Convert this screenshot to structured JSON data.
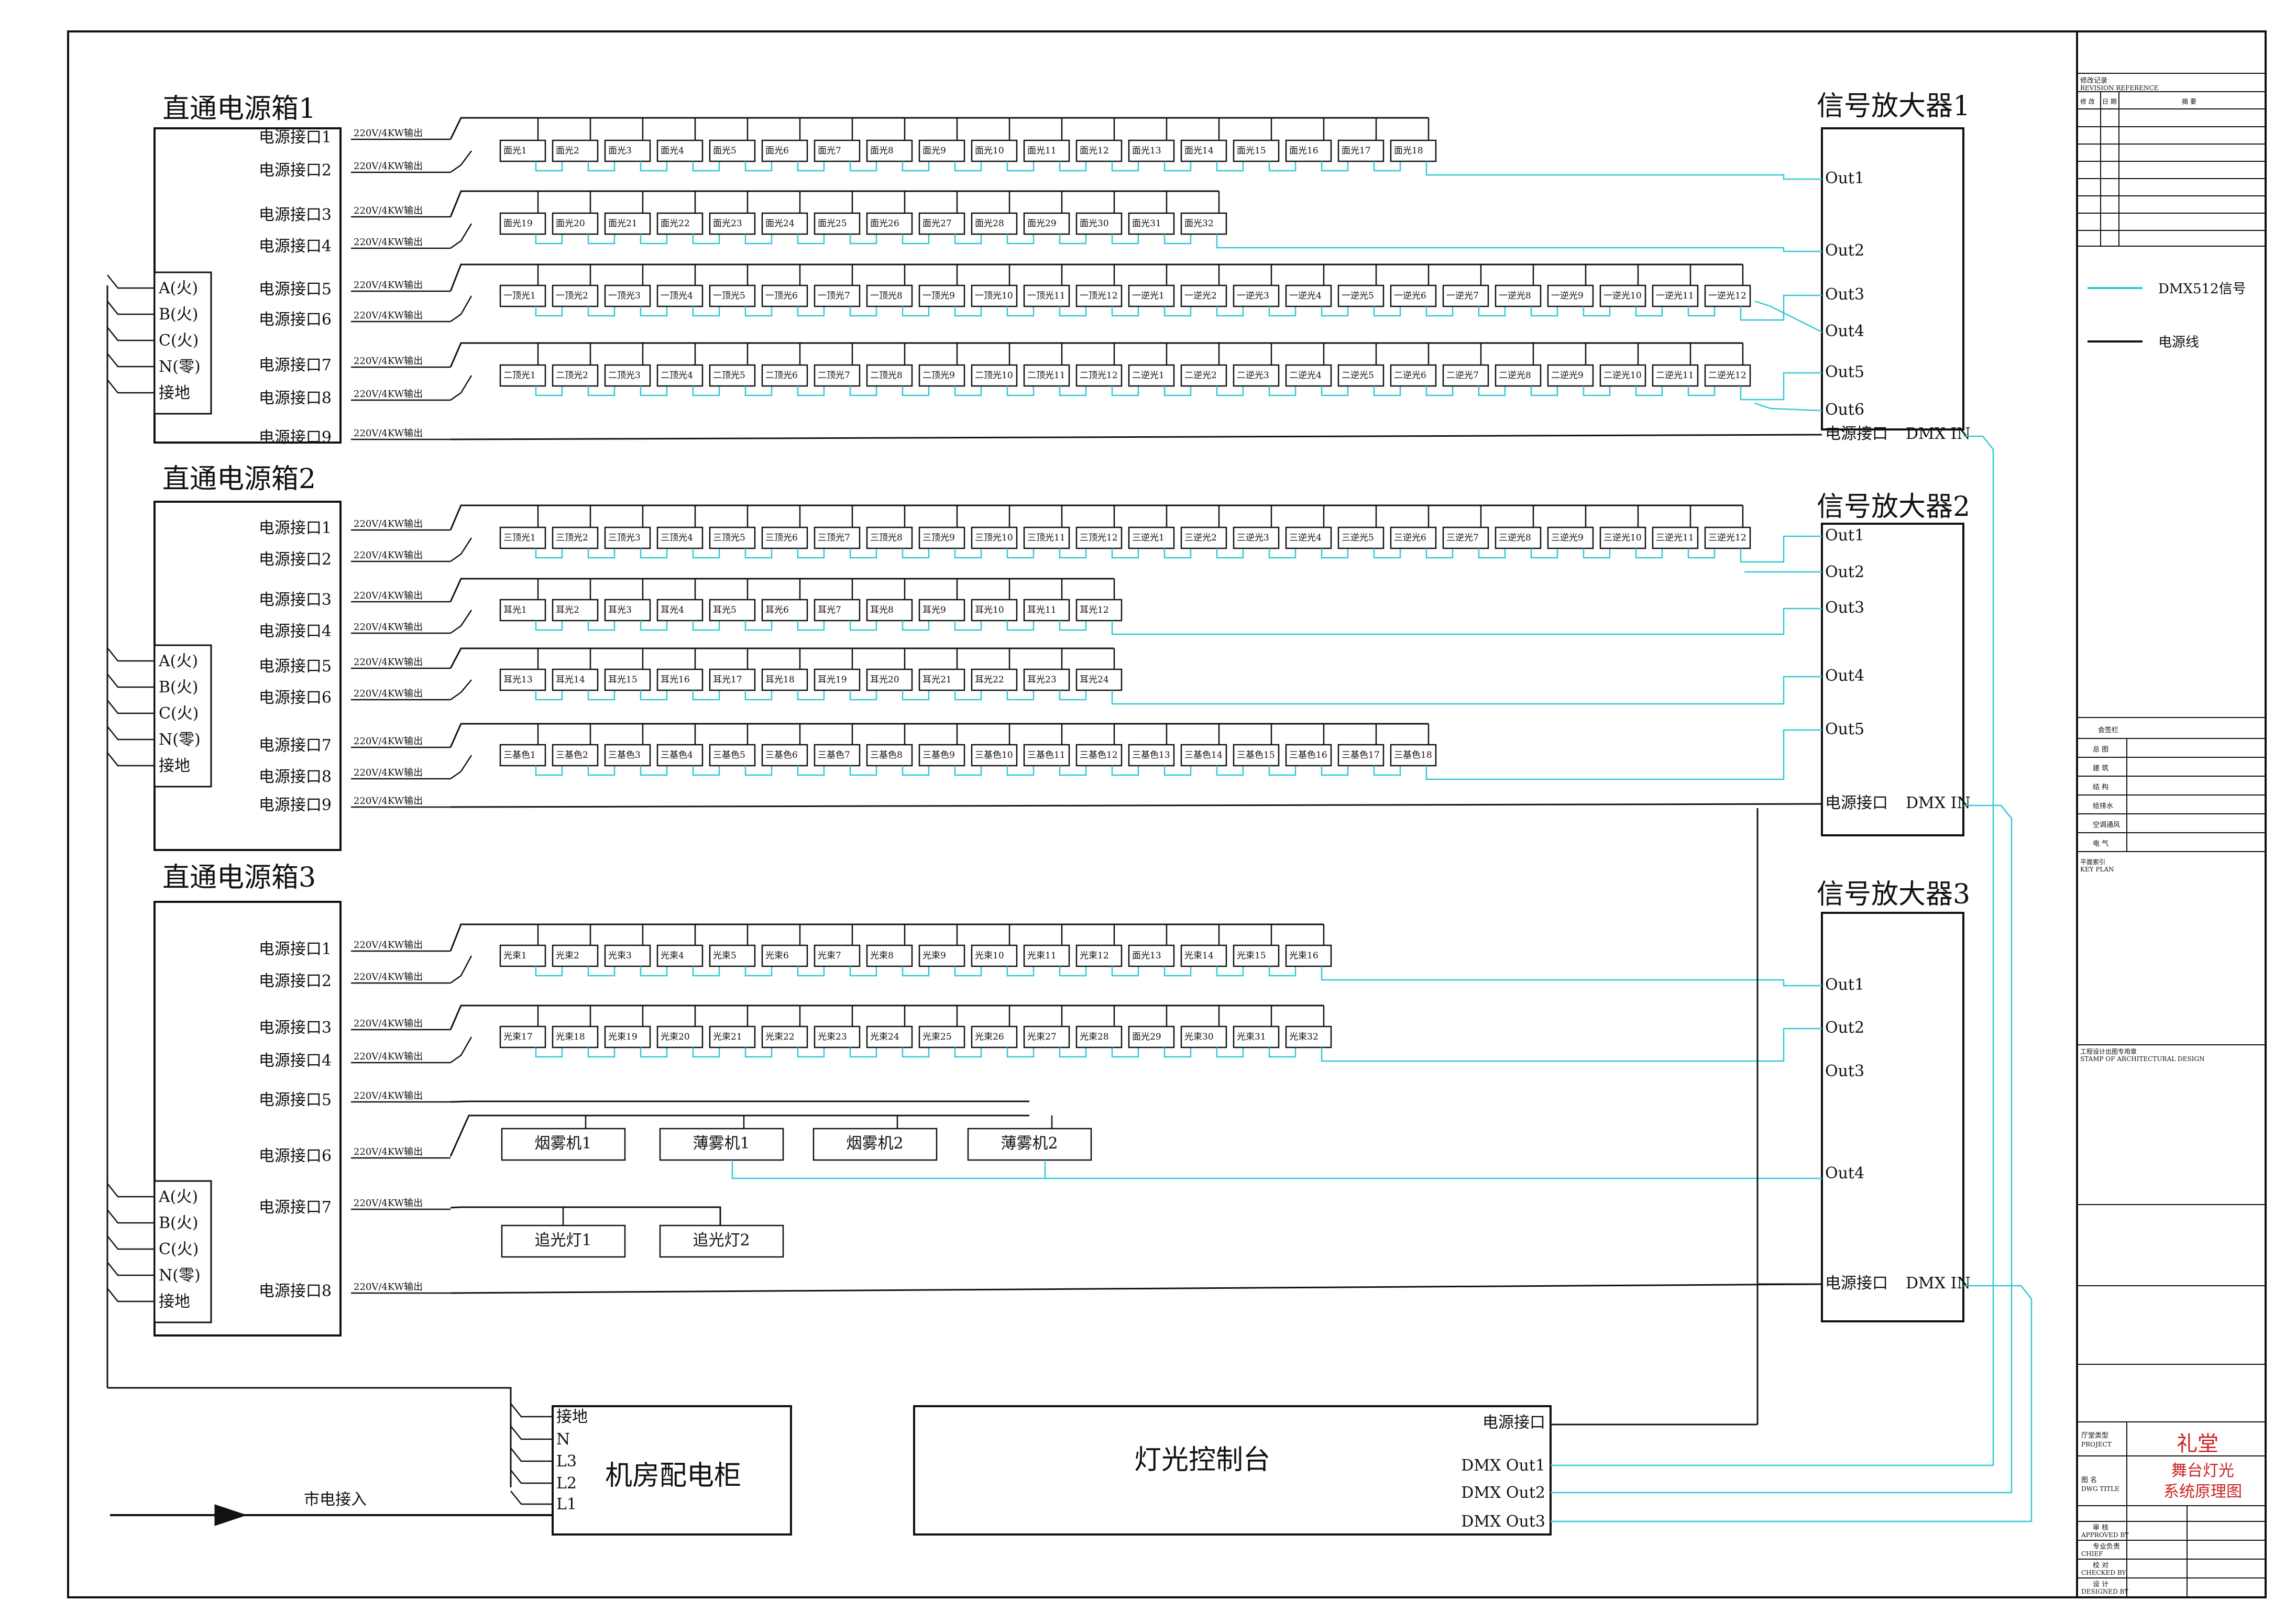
{
  "colors": {
    "dmx": "#2fc9d6",
    "power": "#111111"
  },
  "units": {
    "output_label": "220V/4KW输出",
    "out_ports": [
      "Out1",
      "Out2",
      "Out3",
      "Out4",
      "Out5",
      "Out6"
    ],
    "amp_power": "电源接口",
    "amp_dmx": "DMX IN",
    "phases": [
      "A(火)",
      "B(火)",
      "C(火)",
      "N(零)",
      "接地"
    ]
  },
  "boxes": [
    {
      "title": "直通电源箱1",
      "ports": [
        "电源接口1",
        "电源接口2",
        "电源接口3",
        "电源接口4",
        "电源接口5",
        "电源接口6",
        "电源接口7",
        "电源接口8",
        "电源接口9"
      ]
    },
    {
      "title": "直通电源箱2",
      "ports": [
        "电源接口1",
        "电源接口2",
        "电源接口3",
        "电源接口4",
        "电源接口5",
        "电源接口6",
        "电源接口7",
        "电源接口8",
        "电源接口9"
      ]
    },
    {
      "title": "直通电源箱3",
      "ports": [
        "电源接口1",
        "电源接口2",
        "电源接口3",
        "电源接口4",
        "电源接口5",
        "电源接口6",
        "电源接口7",
        "电源接口8"
      ]
    }
  ],
  "amps": [
    {
      "title": "信号放大器1"
    },
    {
      "title": "信号放大器2"
    },
    {
      "title": "信号放大器3"
    }
  ],
  "fixtures": {
    "face_a": [
      "面光1",
      "面光2",
      "面光3",
      "面光4",
      "面光5",
      "面光6",
      "面光7",
      "面光8",
      "面光9",
      "面光10",
      "面光11",
      "面光12",
      "面光13",
      "面光14",
      "面光15",
      "面光16",
      "面光17",
      "面光18"
    ],
    "face_b": [
      "面光19",
      "面光20",
      "面光21",
      "面光22",
      "面光23",
      "面光24",
      "面光25",
      "面光26",
      "面光27",
      "面光28",
      "面光29",
      "面光30",
      "面光31",
      "面光32"
    ],
    "row1": [
      "一顶光1",
      "一顶光2",
      "一顶光3",
      "一顶光4",
      "一顶光5",
      "一顶光6",
      "一顶光7",
      "一顶光8",
      "一顶光9",
      "一顶光10",
      "一顶光11",
      "一顶光12",
      "一逆光1",
      "一逆光2",
      "一逆光3",
      "一逆光4",
      "一逆光5",
      "一逆光6",
      "一逆光7",
      "一逆光8",
      "一逆光9",
      "一逆光10",
      "一逆光11",
      "一逆光12"
    ],
    "row2": [
      "二顶光1",
      "二顶光2",
      "二顶光3",
      "二顶光4",
      "二顶光5",
      "二顶光6",
      "二顶光7",
      "二顶光8",
      "二顶光9",
      "二顶光10",
      "二顶光11",
      "二顶光12",
      "二逆光1",
      "二逆光2",
      "二逆光3",
      "二逆光4",
      "二逆光5",
      "二逆光6",
      "二逆光7",
      "二逆光8",
      "二逆光9",
      "二逆光10",
      "二逆光11",
      "二逆光12"
    ],
    "row3": [
      "三顶光1",
      "三顶光2",
      "三顶光3",
      "三顶光4",
      "三顶光5",
      "三顶光6",
      "三顶光7",
      "三顶光8",
      "三顶光9",
      "三顶光10",
      "三顶光11",
      "三顶光12",
      "三逆光1",
      "三逆光2",
      "三逆光3",
      "三逆光4",
      "三逆光5",
      "三逆光6",
      "三逆光7",
      "三逆光8",
      "三逆光9",
      "三逆光10",
      "三逆光11",
      "三逆光12"
    ],
    "ear_a": [
      "耳光1",
      "耳光2",
      "耳光3",
      "耳光4",
      "耳光5",
      "耳光6",
      "耳光7",
      "耳光8",
      "耳光9",
      "耳光10",
      "耳光11",
      "耳光12"
    ],
    "ear_b": [
      "耳光13",
      "耳光14",
      "耳光15",
      "耳光16",
      "耳光17",
      "耳光18",
      "耳光19",
      "耳光20",
      "耳光21",
      "耳光22",
      "耳光23",
      "耳光24"
    ],
    "tricolor": [
      "三基色1",
      "三基色2",
      "三基色3",
      "三基色4",
      "三基色5",
      "三基色6",
      "三基色7",
      "三基色8",
      "三基色9",
      "三基色10",
      "三基色11",
      "三基色12",
      "三基色13",
      "三基色14",
      "三基色15",
      "三基色16",
      "三基色17",
      "三基色18"
    ],
    "beam_a": [
      "光束1",
      "光束2",
      "光束3",
      "光束4",
      "光束5",
      "光束6",
      "光束7",
      "光束8",
      "光束9",
      "光束10",
      "光束11",
      "光束12",
      "面光13",
      "光束14",
      "光束15",
      "光束16"
    ],
    "beam_b": [
      "光束17",
      "光束18",
      "光束19",
      "光束20",
      "光束21",
      "光束22",
      "光束23",
      "光束24",
      "光束25",
      "光束26",
      "光束27",
      "光束28",
      "面光29",
      "光束30",
      "光束31",
      "光束32"
    ],
    "fx": [
      "烟雾机1",
      "薄雾机1",
      "烟雾机2",
      "薄雾机2"
    ],
    "follow": [
      "追光灯1",
      "追光灯2"
    ]
  },
  "cabinet": {
    "title": "机房配电柜",
    "terms": [
      "接地",
      "N",
      "L3",
      "L2",
      "L1"
    ],
    "mains": "市电接入"
  },
  "console": {
    "title": "灯光控制台",
    "power": "电源接口",
    "outs": [
      "DMX Out1",
      "DMX Out2",
      "DMX Out3"
    ]
  },
  "legend": {
    "dmx": "DMX512信号",
    "power": "电源线"
  },
  "title_block": {
    "revision_head": "修改记录",
    "revision_sub": "REVISION REFERENCE",
    "rev_cols": [
      "修 改",
      "日 期",
      "摘    要"
    ],
    "sign_head": "会签栏",
    "sign_rows": [
      "总 图",
      "建 筑",
      "结 构",
      "给排水",
      "空调通风",
      "电 气"
    ],
    "key_plan": "平面索引",
    "key_plan_en": "KEY PLAN",
    "stamp": "工程设计出图专用章",
    "stamp_en": "STAMP OF ARCHITECTURAL DESIGN",
    "project_label": "厅堂类型",
    "project_label_en": "PROJECT",
    "project": "礼堂",
    "drawing_label": "图  名",
    "drawing_label_en": "DWG TITLE",
    "drawing_line1": "舞台灯光",
    "drawing_line2": "系统原理图",
    "roles": [
      "审 核",
      "专业负责",
      "校 对",
      "设 计"
    ],
    "roles_en": [
      "APPROVED BY",
      "CHIEF",
      "CHECKED BY",
      "DESIGNED BY"
    ]
  }
}
